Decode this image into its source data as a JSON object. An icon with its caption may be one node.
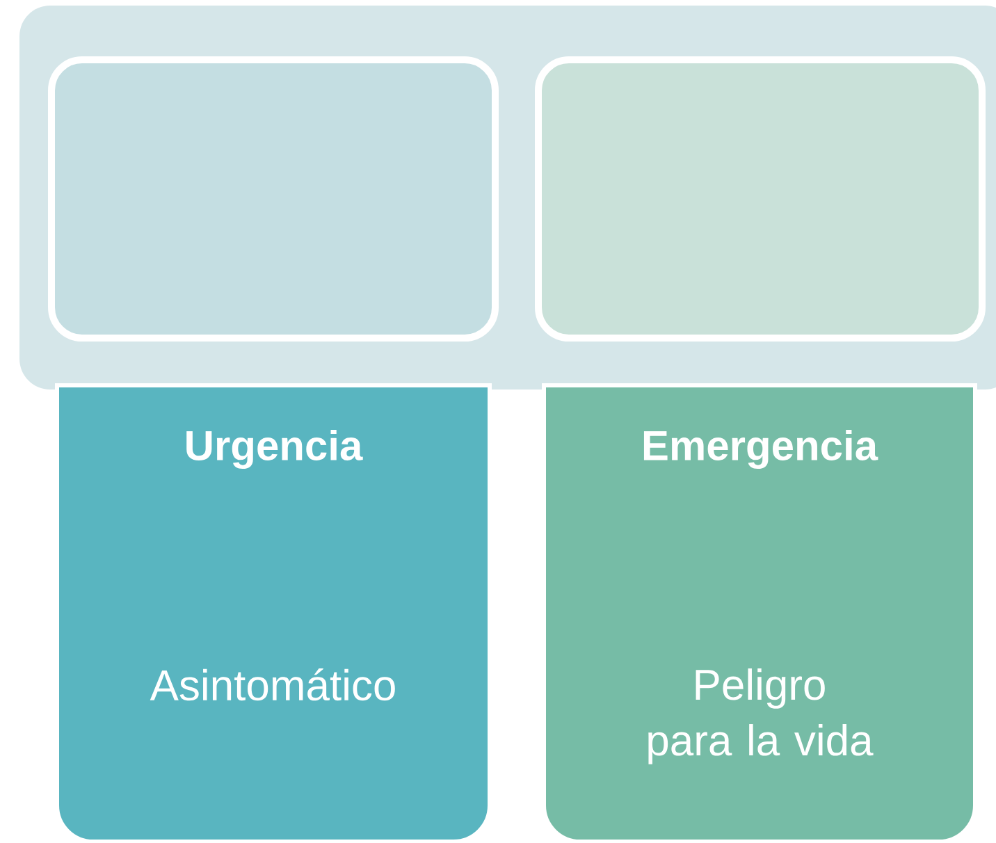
{
  "diagram": {
    "nodes": [
      {
        "text": [],
        "shape": "box"
      },
      {
        "text": [],
        "shape": "box",
        "in": 0
      },
      {
        "text": [],
        "shape": "box",
        "in": 0
      },
      {
        "text": [
          "Urgencia",
          "Asintomático"
        ]
      },
      {
        "text": [
          "Emergencia",
          "Peligro para la vida"
        ]
      }
    ]
  }
}
